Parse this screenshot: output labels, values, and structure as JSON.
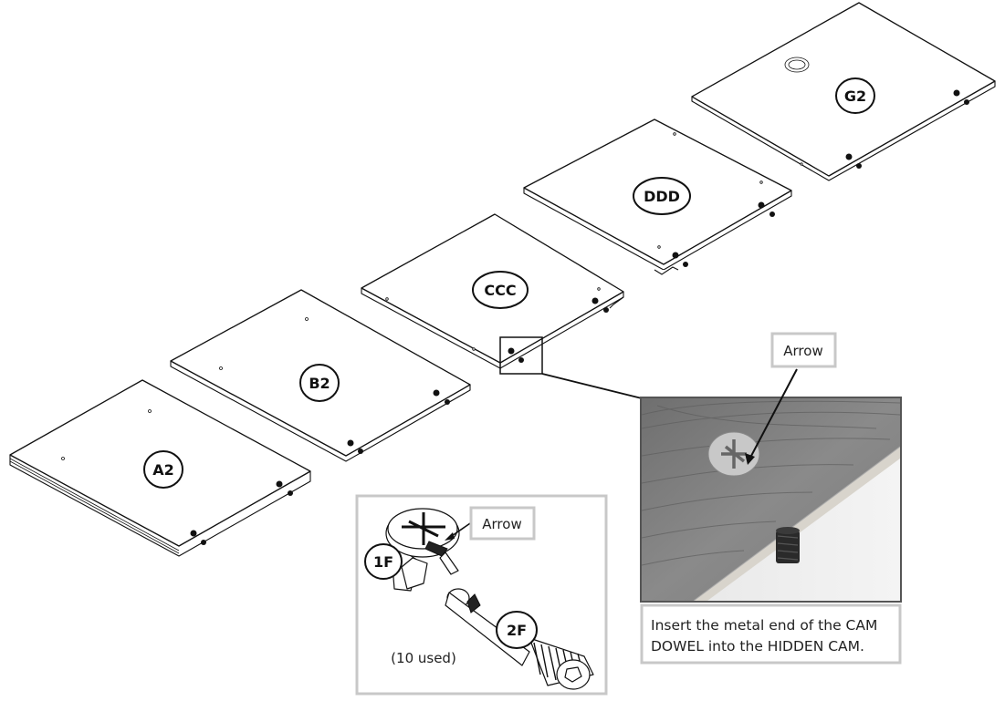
{
  "panels": [
    {
      "id": "a2",
      "label": "A2"
    },
    {
      "id": "b2",
      "label": "B2"
    },
    {
      "id": "ccc",
      "label": "CCC"
    },
    {
      "id": "ddd",
      "label": "DDD"
    },
    {
      "id": "g2",
      "label": "G2"
    }
  ],
  "hardware": {
    "hidden_cam_label": "1F",
    "cam_dowel_label": "2F",
    "arrow_label": "Arrow",
    "quantity_note": "(10 used)"
  },
  "detail_photo": {
    "arrow_label": "Arrow",
    "caption_line1": "Insert the metal end of the CAM",
    "caption_line2": "DOWEL into the HIDDEN CAM."
  }
}
